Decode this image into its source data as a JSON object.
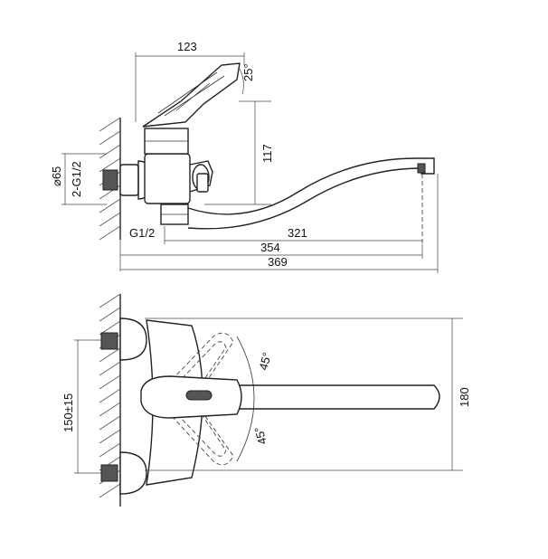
{
  "dimensions": {
    "top_width": "123",
    "handle_angle": "25°",
    "height": "117",
    "diameter": "⌀65",
    "thread": "2-G1/2",
    "outlet_thread": "G1/2",
    "spout_reach": "321",
    "reach_2": "354",
    "overall_length": "369",
    "center_distance": "150±15",
    "width_180": "180",
    "angle_upper": "45°",
    "angle_lower": "45°"
  }
}
